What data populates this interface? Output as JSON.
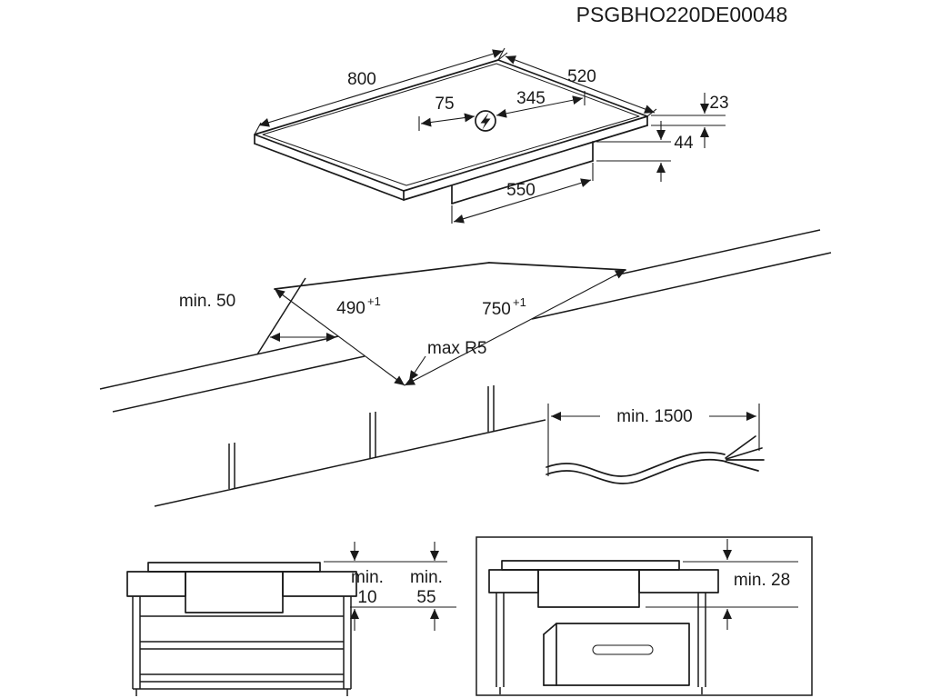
{
  "doc_code": "PSGBHO220DE00048",
  "hob": {
    "width": "800",
    "depth": "520",
    "cable_offset_a": "75",
    "cable_offset_b": "345",
    "glass_height": "23",
    "body_height": "44",
    "body_width": "550"
  },
  "worktop": {
    "side_clearance": "min. 50",
    "cutout_depth": "490",
    "cutout_depth_tol": "+1",
    "cutout_width": "750",
    "cutout_width_tol": "+1",
    "corner_radius": "max R5",
    "cable_length": "min. 1500"
  },
  "clearances": {
    "left_label": "min.",
    "left_value": "10",
    "right_label": "min.",
    "right_value": "55",
    "oven_clearance": "min. 28"
  },
  "icons": {
    "power_connection": "lightning-bolt"
  },
  "colors": {
    "line": "#1a1a1a",
    "bg": "#ffffff"
  }
}
